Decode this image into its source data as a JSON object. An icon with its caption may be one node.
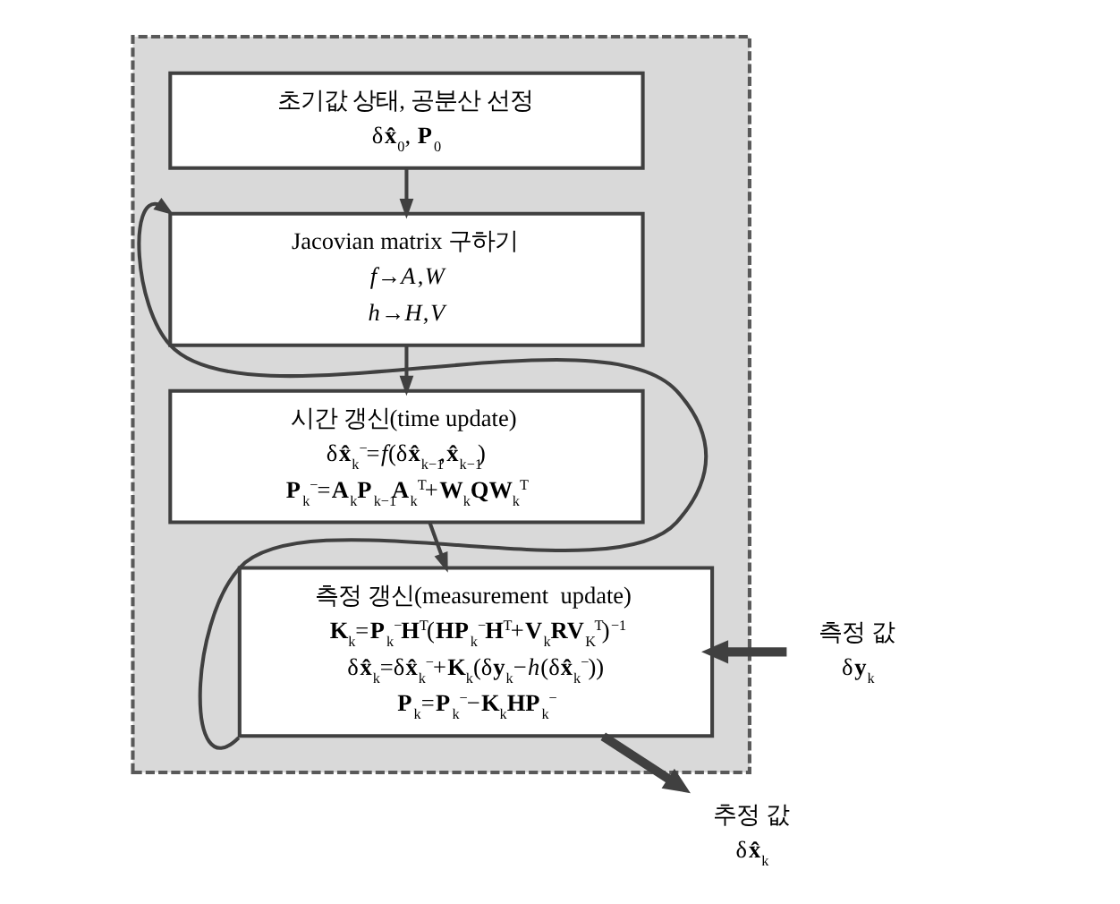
{
  "diagram": {
    "nodes": [
      {
        "text": [],
        "shape": "box"
      },
      {
        "text": [
          "초기값 상태, 공분산 선정",
          "δ**x̂**$_{0}$, **P**$_{0}$"
        ],
        "in": 0
      },
      {
        "text": [
          "Jacovian matrix 구하기",
          "*f*→*A*,*W*",
          "*h*→*H*,*V*"
        ],
        "in": 0
      },
      {
        "text": [
          "시간 갱신(time update)",
          "δ**x̂**$_{k}$$^{−}$=*f*(δ**x̂**$_{k−1}$,**x̂**$_{k−1}$)",
          "**P**$_{k}$$^{−}$=**A**$_{k}$**P**$_{k−1}$**A**$_{k}$$^{T}$+**W**$_{k}$**QW**$_{k}$$^{T}$"
        ],
        "in": 0
      },
      {
        "text": [
          "측정 갱신(measurement  update)",
          "**K**$_{k}$=**P**$_{k}$$^{−}$**H**$^{T}$(**HP**$_{k}$$^{−}$**H**$^{T}$+**V**$_{k}$**RV**$_{K}$$^{T}$)$^{−1}$",
          "δ**x̂**$_{k}$=δ**x̂**$_{k}$$^{−}$+**K**$_{k}$(δ**y**$_{k}$−*h*(δ**x̂**$_{k}$$^{−}$))",
          "**P**$_{k}$=**P**$_{k}$$^{−}$−**K**$_{k}$**HP**$_{k}$$^{−}$"
        ],
        "in": 0
      },
      {
        "text": [
          "측정 값",
          "δ**y**$_{k}$"
        ]
      },
      {
        "text": [
          "추정 값",
          "δ**x̂**$_{k}$"
        ]
      }
    ],
    "edges": [
      {
        "from": 1,
        "to": 2,
        "arrow": "to"
      },
      {
        "from": 2,
        "to": 3,
        "arrow": "to"
      },
      {
        "from": 3,
        "to": 4,
        "arrow": "to"
      },
      {
        "from": 4,
        "to": 2,
        "arrow": "to"
      },
      {
        "from": 5,
        "to": 4,
        "arrow": "to",
        "style": "thick"
      },
      {
        "from": 4,
        "to": 6,
        "arrow": "to",
        "style": "thick"
      }
    ]
  }
}
